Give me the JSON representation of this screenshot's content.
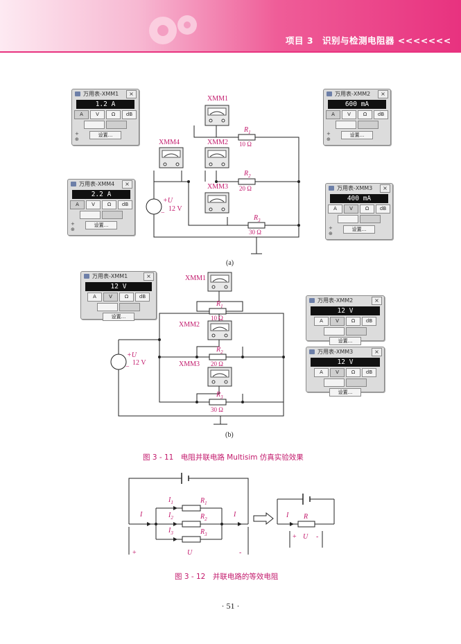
{
  "header": {
    "title": "项目 3　识别与检测电阻器 <<<<<<<"
  },
  "multimeters": [
    {
      "id": "m1a",
      "title": "万用表-XMM1",
      "reading": "1.2 A",
      "selected_mode": "A"
    },
    {
      "id": "m2a",
      "title": "万用表-XMM2",
      "reading": "600 mA",
      "selected_mode": "V"
    },
    {
      "id": "m4a",
      "title": "万用表-XMM4",
      "reading": "2.2 A",
      "selected_mode": "A"
    },
    {
      "id": "m3a",
      "title": "万用表-XMM3",
      "reading": "400 mA",
      "selected_mode": "V"
    },
    {
      "id": "m1b",
      "title": "万用表-XMM1",
      "reading": "12 V",
      "selected_mode": "V"
    },
    {
      "id": "m2b",
      "title": "万用表-XMM2",
      "reading": "12 V",
      "selected_mode": "V"
    },
    {
      "id": "m3b",
      "title": "万用表-XMM3",
      "reading": "12 V",
      "selected_mode": "V"
    }
  ],
  "mm_buttons": {
    "a": "A",
    "v": "V",
    "ohm": "Ω",
    "db": "dB",
    "settings": "设置..."
  },
  "circuit_a": {
    "meters": [
      "XMM1",
      "XMM2",
      "XMM3",
      "XMM4"
    ],
    "resistors": [
      {
        "name": "R",
        "sub": "1",
        "value": "10 Ω"
      },
      {
        "name": "R",
        "sub": "2",
        "value": "20 Ω"
      },
      {
        "name": "R",
        "sub": "3",
        "value": "30 Ω"
      }
    ],
    "source_label": "U",
    "source_value": "12 V",
    "label": "(a)"
  },
  "circuit_b": {
    "meters": [
      "XMM1",
      "XMM2",
      "XMM3"
    ],
    "resistors": [
      {
        "name": "R",
        "sub": "1",
        "value": "10 Ω"
      },
      {
        "name": "R",
        "sub": "2",
        "value": "20 Ω"
      },
      {
        "name": "R",
        "sub": "3",
        "value": "30 Ω"
      }
    ],
    "source_label": "U",
    "source_value": "12 V",
    "label": "(b)"
  },
  "figure_3_11": {
    "caption": "图 3 - 11　电阻并联电路 Multisim 仿真实验效果"
  },
  "figure_3_12": {
    "caption": "图 3 - 12　并联电路的等效电阻",
    "currents": [
      "I",
      "I",
      "I",
      "I"
    ],
    "current_subs": [
      "1",
      "2",
      "3"
    ],
    "resistor_names": [
      "R",
      "R",
      "R"
    ],
    "resistor_subs": [
      "1",
      "2",
      "3"
    ],
    "plus": "+",
    "minus": "-",
    "voltage": "U",
    "eq_current": "I",
    "eq_resistor": "R"
  },
  "page_number": "· 51 ·",
  "colors": {
    "accent": "#e8327f",
    "label": "#c2186b",
    "wire": "#222222"
  }
}
